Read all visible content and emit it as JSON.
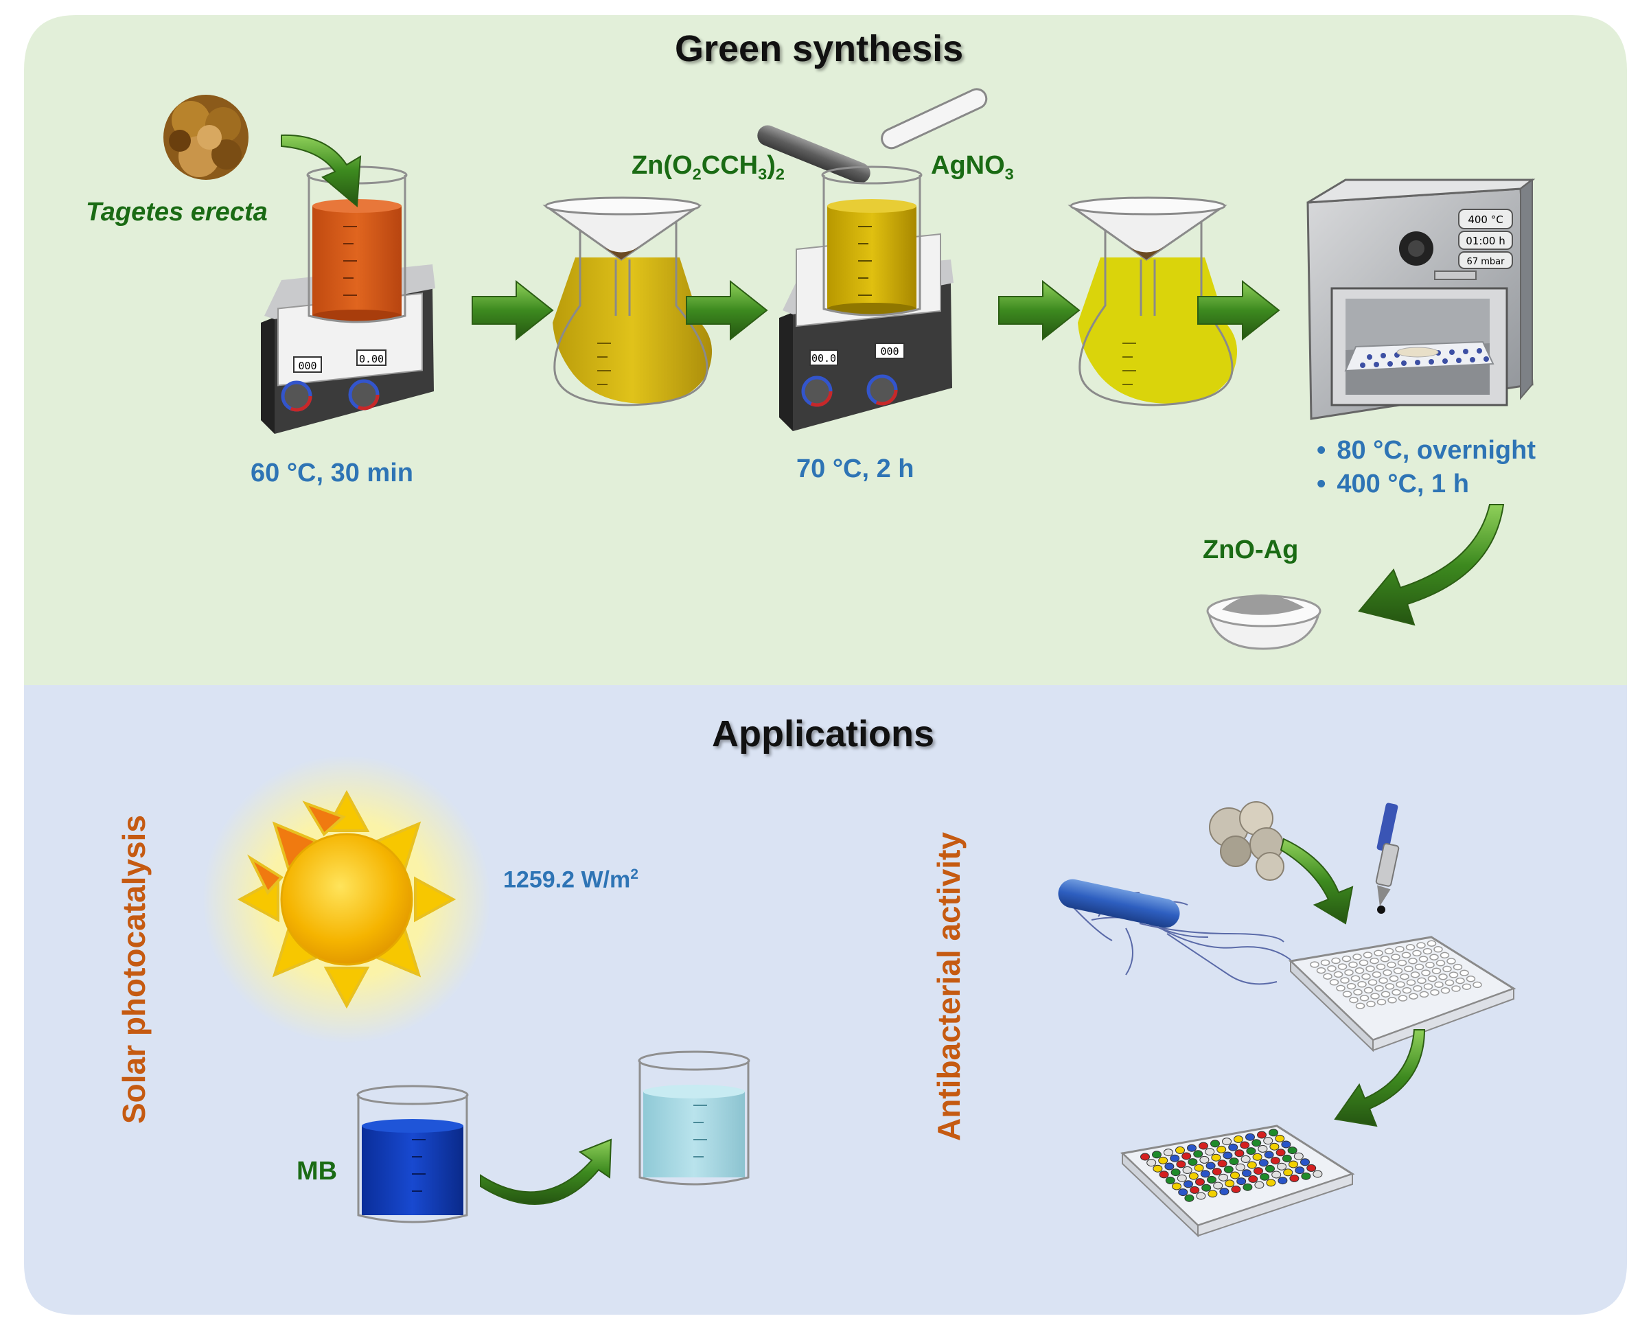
{
  "synthesis": {
    "title": "Green synthesis",
    "plant_label": "Tagetes erecta",
    "step1_condition": "60 °C, 30 min",
    "reagent_zinc": {
      "main": "Zn(O",
      "sub1": "2",
      "mid": "CCH",
      "sub2": "3",
      "close": ")",
      "sub3": "2"
    },
    "reagent_silver": {
      "main": "AgNO",
      "sub1": "3"
    },
    "step2_condition": "70 °C, 2 h",
    "furnace_conditions": [
      "80 °C, overnight",
      "400 °C, 1 h"
    ],
    "furnace_display": [
      "400 °C",
      "01:00 h",
      "67 mbar"
    ],
    "stirrer1_display": [
      "000",
      "0.00"
    ],
    "stirrer2_display": [
      "00.0",
      "000"
    ],
    "product_label": "ZnO-Ag"
  },
  "applications": {
    "title": "Applications",
    "photocatalysis_label": "Solar photocatalysis",
    "irradiance": {
      "value": "1259.2 W/m",
      "sup": "2"
    },
    "dye_label": "MB",
    "antibacterial_label": "Antibacterial activity"
  },
  "colors": {
    "top_panel": "#e2efd9",
    "bottom_panel": "#dae3f3",
    "arrow_green": "#3d7a1f",
    "label_green": "#1a6b14",
    "label_blue": "#2e74b5",
    "label_orange": "#c55a11"
  }
}
